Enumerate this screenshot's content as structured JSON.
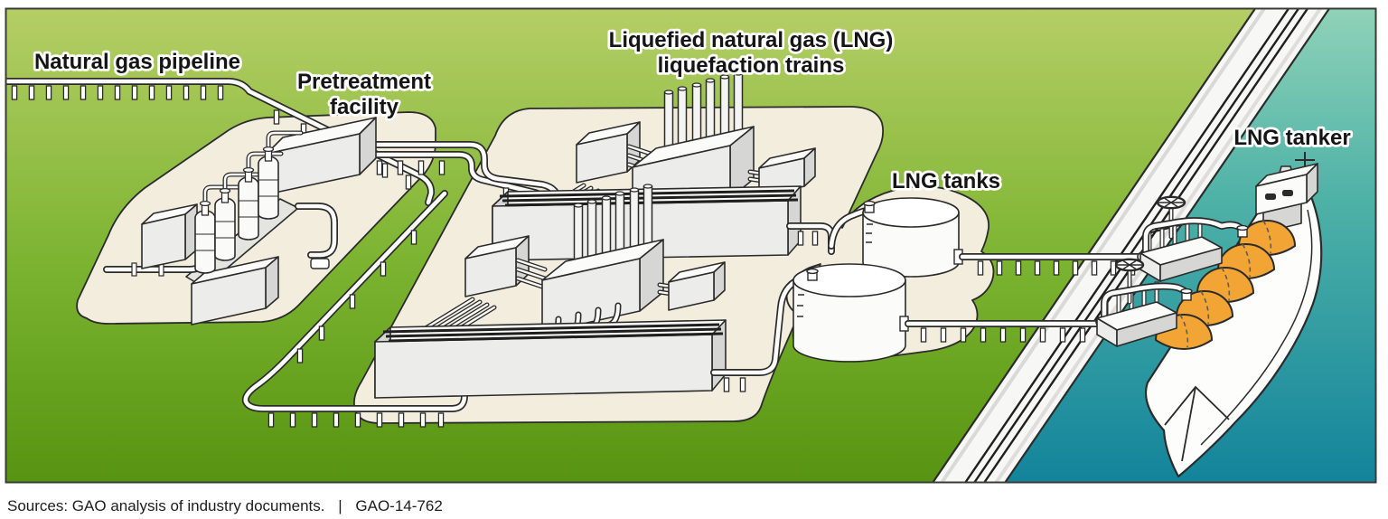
{
  "diagram": {
    "title_context": "LNG export facility process illustration",
    "labels": {
      "natural_gas_pipeline": "Natural gas pipeline",
      "pretreatment_line1": "Pretreatment",
      "pretreatment_line2": "facility",
      "liquefaction_line1": "Liquefied natural gas (LNG)",
      "liquefaction_line2": "liquefaction trains",
      "lng_tanks": "LNG tanks",
      "lng_tanker": "LNG tanker"
    },
    "colors": {
      "land_green_top": "#b7cf68",
      "land_green_bottom": "#569310",
      "water_teal_top": "#8fd2b8",
      "water_teal_bottom": "#12849b",
      "pad_cream": "#f2eddd",
      "dome_orange": "#f2a435",
      "equipment_white": "#fbfbf9",
      "outline_dark": "#2b2b2b",
      "pier_white": "#f7f7f5"
    }
  },
  "footer": {
    "source_text": "Sources: GAO analysis of industry documents.",
    "separator": "|",
    "report_id": "GAO-14-762"
  }
}
